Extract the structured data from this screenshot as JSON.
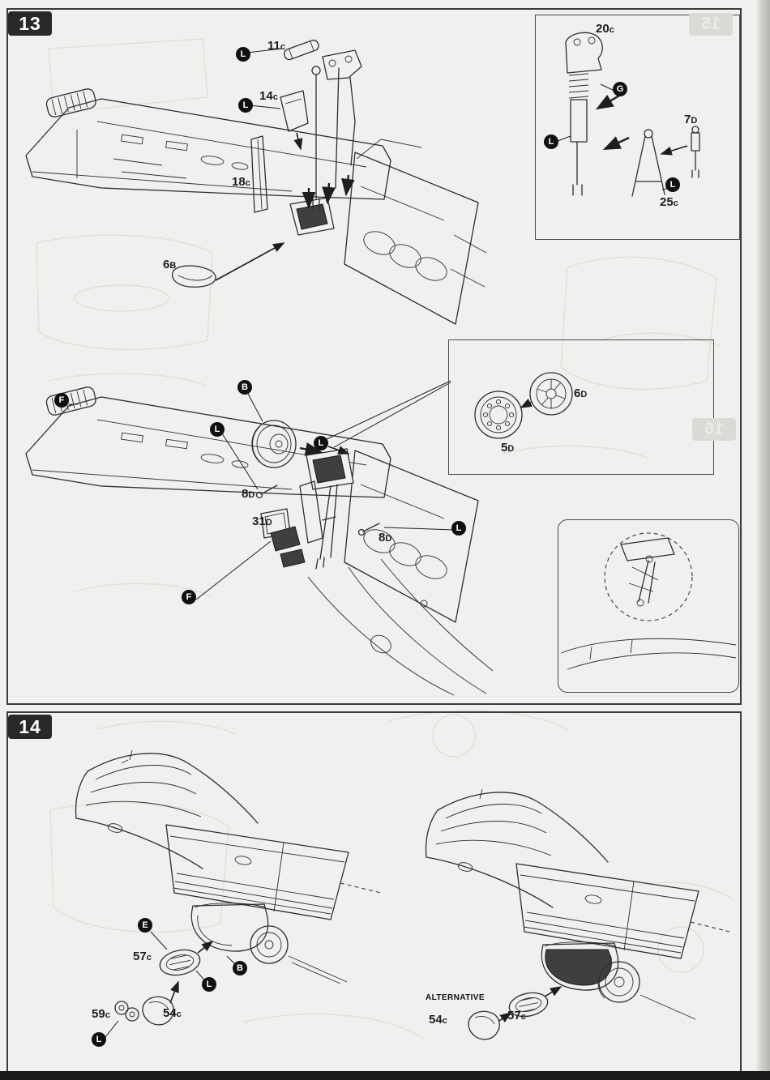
{
  "steps": {
    "step13": {
      "badge": "13",
      "parts": {
        "p11c": {
          "num": "11",
          "sub": "c"
        },
        "p14c": {
          "num": "14",
          "sub": "c"
        },
        "p18c": {
          "num": "18",
          "sub": "c"
        },
        "p6b": {
          "num": "6",
          "sub": "B"
        },
        "p20c": {
          "num": "20",
          "sub": "c"
        },
        "p7d": {
          "num": "7",
          "sub": "D"
        },
        "p25c": {
          "num": "25",
          "sub": "c"
        },
        "p6d": {
          "num": "6",
          "sub": "D"
        },
        "p5d": {
          "num": "5",
          "sub": "D"
        },
        "p8d_a": {
          "num": "8",
          "sub": "D"
        },
        "p31d": {
          "num": "31",
          "sub": "D"
        },
        "p8d_b": {
          "num": "8",
          "sub": "D"
        }
      },
      "callouts": {
        "l1": "L",
        "l2": "L",
        "g1": "G",
        "l3": "L",
        "l4": "L",
        "b1": "B",
        "l5": "L",
        "f1": "F",
        "l6": "L",
        "l7": "L",
        "f2": "F"
      }
    },
    "step14": {
      "badge": "14",
      "alternative_label": "ALTERNATIVE",
      "parts": {
        "p57c_left": {
          "num": "57",
          "sub": "c"
        },
        "p59c": {
          "num": "59",
          "sub": "c"
        },
        "p54c_left": {
          "num": "54",
          "sub": "c"
        },
        "p54c_right": {
          "num": "54",
          "sub": "c"
        },
        "p57c_right": {
          "num": "57",
          "sub": "c"
        }
      },
      "callouts": {
        "e1": "E",
        "b1": "B",
        "l1": "L",
        "l2": "L"
      }
    },
    "ghosts": {
      "badge15": "15",
      "badge16": "16"
    }
  },
  "colors": {
    "paper": "#f1f0ee",
    "ink": "#2e2e2e",
    "badge_bg": "#282828"
  }
}
